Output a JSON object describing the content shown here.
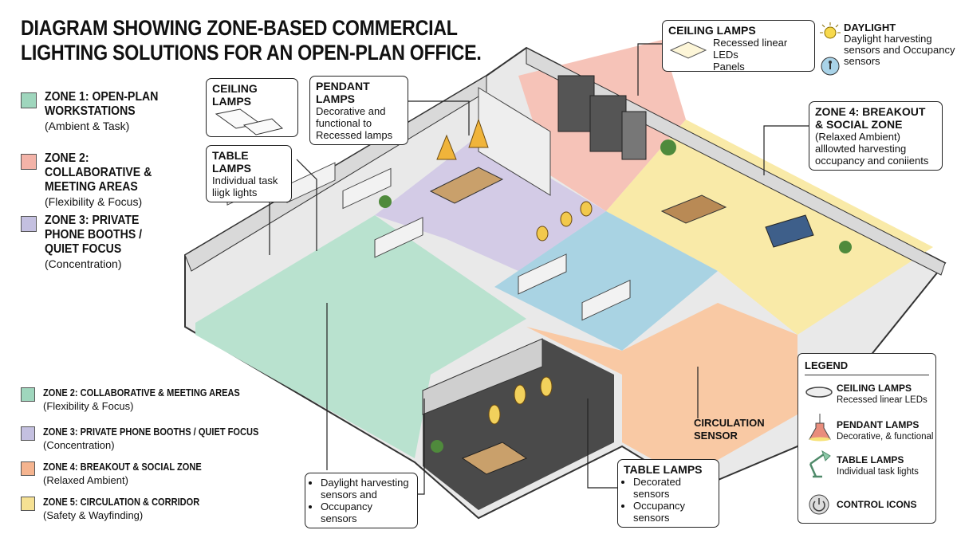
{
  "title": {
    "line1": "DIAGRAM SHOWING ZONE-BASED COMMERCIAL",
    "line2": "LIGHTING SOLUTIONS FOR AN OPEN-PLAN OFFICE."
  },
  "zones_main": [
    {
      "title": "ZONE 1: OPEN-PLAN WORKSTATIONS",
      "subtitle": "(Ambient & Task)",
      "color": "#9fd6bd"
    },
    {
      "title": "ZONE 2: COLLABORATIVE & MEETING AREAS",
      "subtitle": "(Flexibility & Focus)",
      "color": "#f3b3a8"
    },
    {
      "title": "ZONE 3: PRIVATE PHONE BOOTHS / QUIET FOCUS",
      "subtitle": "(Concentration)",
      "color": "#c4c0e0"
    }
  ],
  "zones_secondary": [
    {
      "title": "ZONE 2: COLLABORATIVE & MEETING AREAS",
      "subtitle": "(Flexibility & Focus)",
      "color": "#9fd6bd"
    },
    {
      "title": "ZONE 3: PRIVATE PHONE BOOTHS / QUIET FOCUS",
      "subtitle": "(Concentration)",
      "color": "#c4c0e0"
    },
    {
      "title": "ZONE 4: BREAKOUT & SOCIAL ZONE",
      "subtitle": "(Relaxed Ambient)",
      "color": "#f5b48f"
    },
    {
      "title": "ZONE 5: CIRCULATION & CORRIDOR",
      "subtitle": "(Safety & Wayfinding)",
      "color": "#f6e193"
    }
  ],
  "callouts": {
    "ceiling_left": {
      "title": "CEILING LAMPS"
    },
    "pendant": {
      "title": "PENDANT LAMPS",
      "text": "Decorative and functional to Recessed lamps"
    },
    "table_left": {
      "title": "TABLE LAMPS",
      "text": "Individual task liigk lights"
    },
    "ceiling_top": {
      "title": "CEILING LAMPS",
      "text1": "Recessed linear LEDs",
      "text2": "Panels"
    },
    "daylight": {
      "title": "DAYLIGHT",
      "text": "Daylight harvesting sensors and Occupancy sensors"
    },
    "zone4": {
      "title": "ZONE 4: BREAKOUT & SOCIAL ZONE",
      "text1": "(Relaxed Ambient)",
      "text2": "alllowted harvesting",
      "text3": "occupancy and coniients"
    },
    "sensors_bottom": {
      "items": [
        "Daylight harvesting sensors and",
        "Occupancy sensors"
      ]
    },
    "table_bottom": {
      "title": "TABLE LAMPS",
      "items": [
        "Decorated sensors",
        "Occupancy sensors"
      ]
    },
    "circulation": {
      "title": "CIRCULATION SENSOR"
    }
  },
  "legend": {
    "title": "LEGEND",
    "items": [
      {
        "icon": "ceiling-lamp-icon",
        "title": "CEILING LAMPS",
        "text": "Recessed linear LEDs"
      },
      {
        "icon": "pendant-lamp-icon",
        "title": "PENDANT LAMPS",
        "text": "Decorative, & functional"
      },
      {
        "icon": "table-lamp-icon",
        "title": "TABLE LAMPS",
        "text": "Individual task lights"
      },
      {
        "icon": "power-icon",
        "title": "CONTROL ICONS",
        "text": ""
      }
    ]
  },
  "colors": {
    "zone1": "#b9e2cf",
    "zone2": "#f6c3b8",
    "zone3": "#d3cbe6",
    "zone4": "#f9c9a4",
    "zone5": "#f9eaa8",
    "blue": "#a9d3e3",
    "dark_room": "#4a4a4a",
    "wall": "#e6e6e6"
  }
}
